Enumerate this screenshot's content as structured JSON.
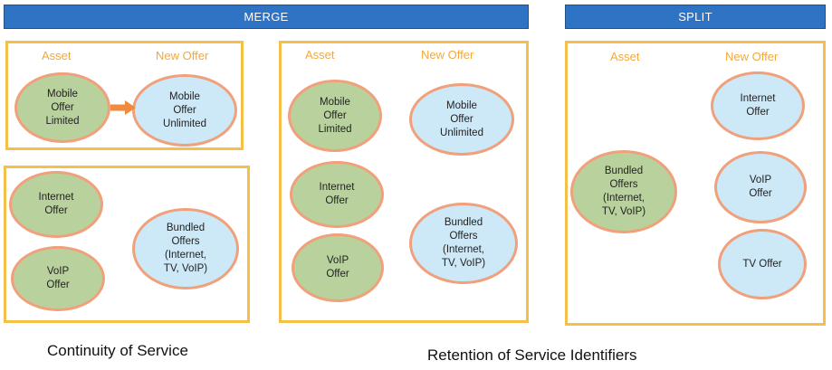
{
  "banners": {
    "merge": "MERGE",
    "split": "SPLIT"
  },
  "headers": {
    "asset": "Asset",
    "new_offer": "New Offer"
  },
  "nodes": {
    "mobile_limited": "Mobile\nOffer\nLimited",
    "mobile_unlimited": "Mobile\nOffer\nUnlimited",
    "internet": "Internet\nOffer",
    "voip": "VoIP\nOffer",
    "bundled": "Bundled\nOffers\n(Internet,\nTV, VoIP)",
    "bundled_b": "Bundled\nOffers\n(Internet,\nTV, VoIP)",
    "tv": "TV Offer"
  },
  "captions": {
    "continuity": "Continuity of Service",
    "retention": "Retention of Service Identifiers"
  },
  "colors": {
    "banner": "#2f73c4",
    "panel_border": "#f4c04a",
    "header_text": "#f2a93b",
    "asset_fill": "#b9d29d",
    "offer_fill": "#cde8f7",
    "node_border": "#f0a07a",
    "arrow": "#f08a3c"
  }
}
